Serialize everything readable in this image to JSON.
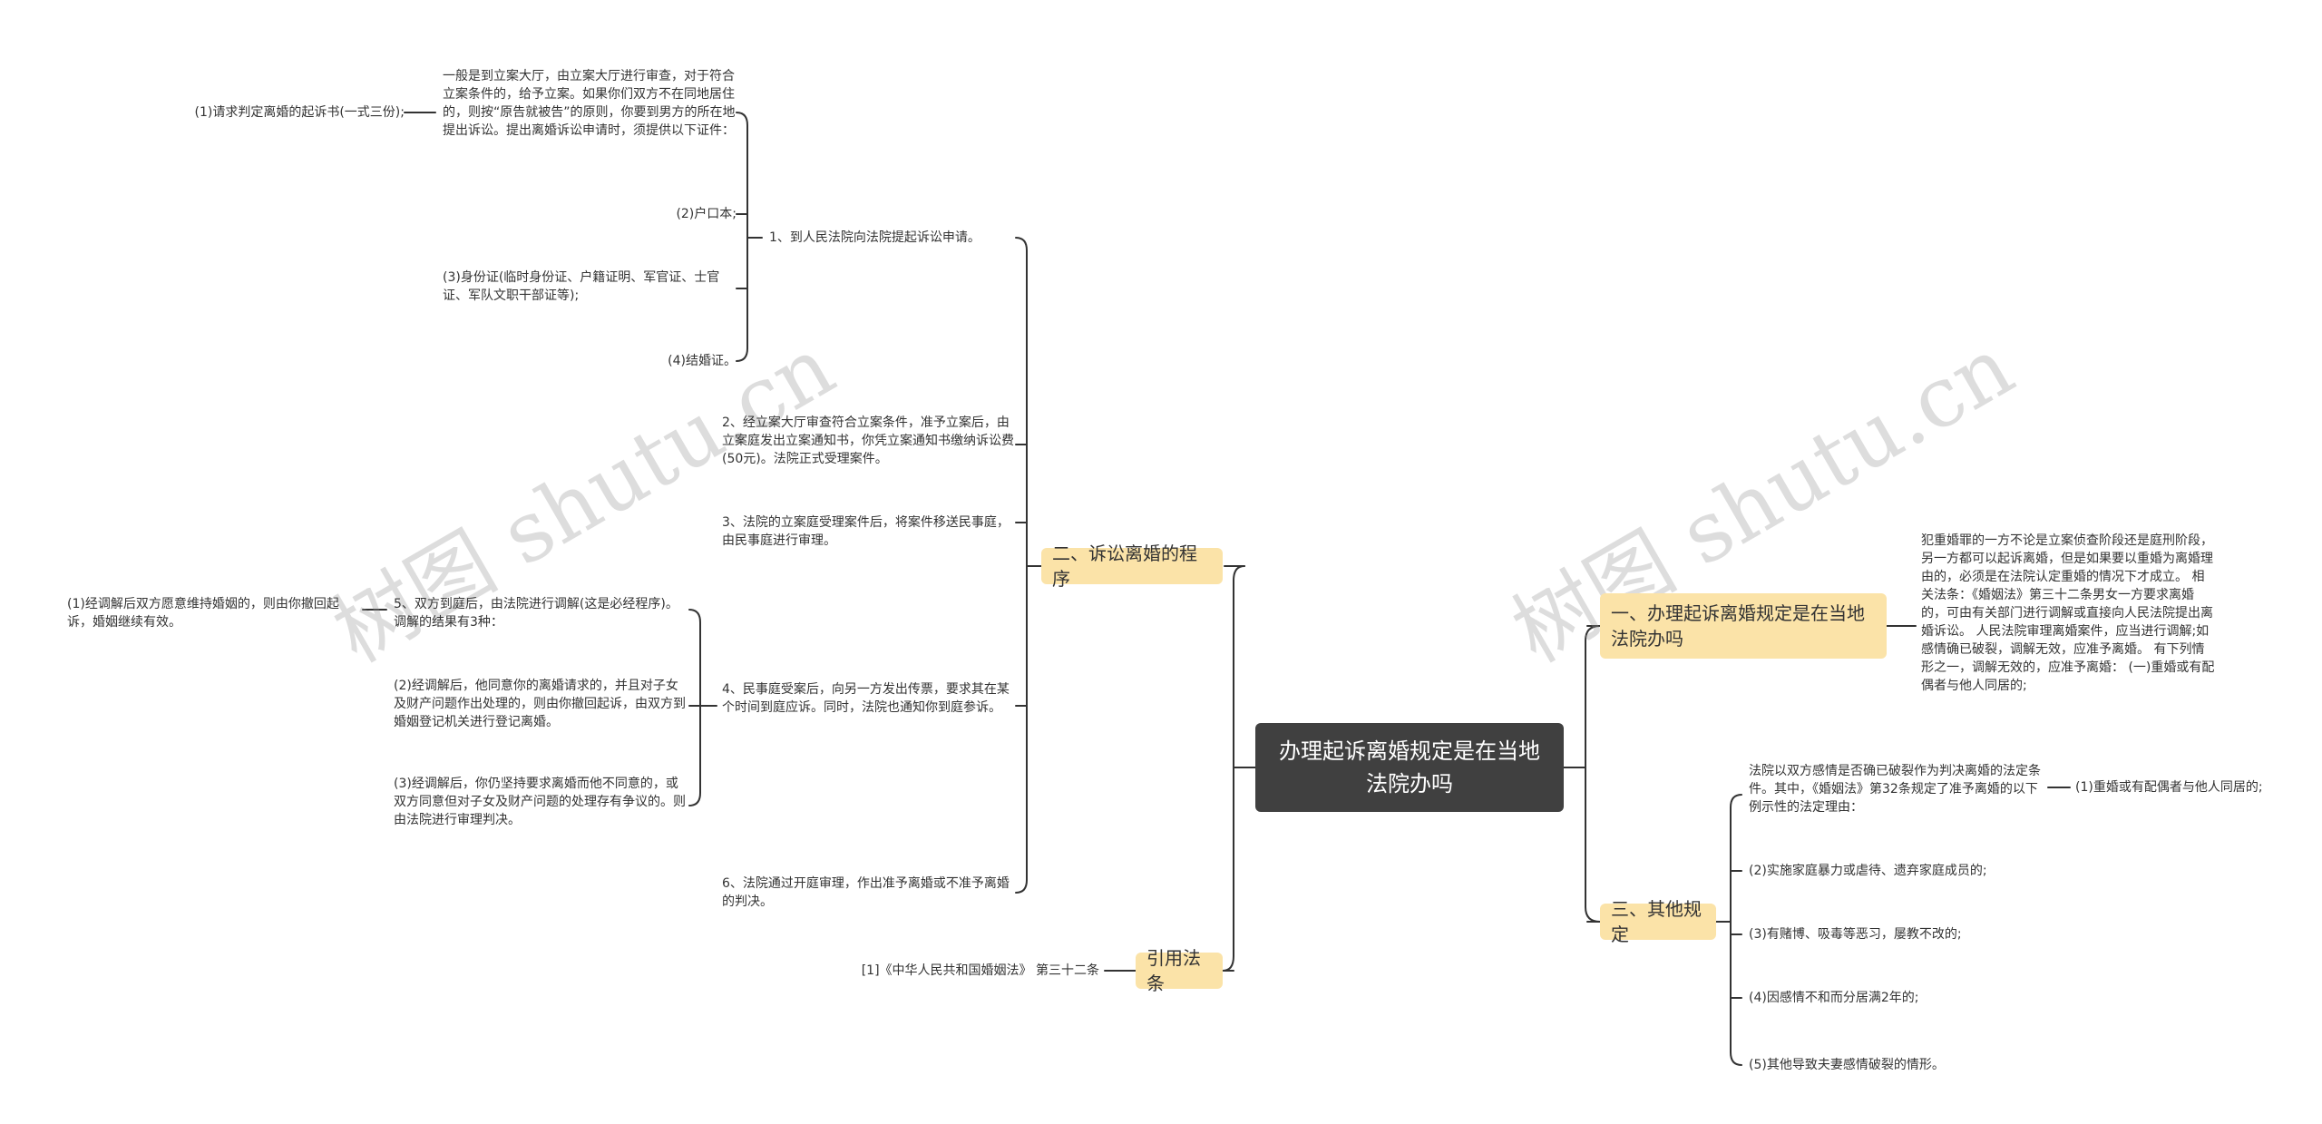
{
  "root": {
    "title": "办理起诉离婚规定是在当地法院办吗"
  },
  "watermark": "树图 shutu.cn",
  "branches": {
    "b1": {
      "label": "一、办理起诉离婚规定是在当地法院办吗",
      "note": "犯重婚罪的一方不论是立案侦查阶段还是庭刑阶段，另一方都可以起诉离婚，但是如果要以重婚为离婚理由的，必须是在法院认定重婚的情况下才成立。 相关法条：《婚姻法》第三十二条男女一方要求离婚的，可由有关部门进行调解或直接向人民法院提出离婚诉讼。 人民法院审理离婚案件，应当进行调解;如感情确已破裂，调解无效，应准予离婚。 有下列情形之一，调解无效的，应准予离婚： (一)重婚或有配偶者与他人同居的;"
    },
    "b2": {
      "label": "二、诉讼离婚的程序",
      "step1": "1、到人民法院向法院提起诉讼申请。",
      "step1_intro": "一般是到立案大厅，由立案大厅进行审查，对于符合立案条件的，给予立案。如果你们双方不在同地居住的，则按“原告就被告”的原则，你要到男方的所在地提出诉讼。提出离婚诉讼申请时，须提供以下证件：",
      "doc1": "(1)请求判定离婚的起诉书(一式三份);",
      "doc2": "(2)户口本;",
      "doc3": "(3)身份证(临时身份证、户籍证明、军官证、士官证、军队文职干部证等);",
      "doc4": "(4)结婚证。",
      "step2": "2、经立案大厅审查符合立案条件，准予立案后，由立案庭发出立案通知书，你凭立案通知书缴纳诉讼费(50元)。法院正式受理案件。",
      "step3": "3、法院的立案庭受理案件后，将案件移送民事庭，由民事庭进行审理。",
      "step4": "4、民事庭受案后，向另一方发出传票，要求其在某个时间到庭应诉。同时，法院也通知你到庭参诉。",
      "step5": "5、双方到庭后，由法院进行调解(这是必经程序)。调解的结果有3种：",
      "res1": "(1)经调解后双方愿意维持婚姻的，则由你撤回起诉，婚姻继续有效。",
      "res2": "(2)经调解后，他同意你的离婚请求的，并且对子女及财产问题作出处理的，则由你撤回起诉，由双方到婚姻登记机关进行登记离婚。",
      "res3": "(3)经调解后，你仍坚持要求离婚而他不同意的，或双方同意但对子女及财产问题的处理存有争议的。则由法院进行审理判决。",
      "step6": "6、法院通过开庭审理，作出准予离婚或不准予离婚的判决。"
    },
    "b3": {
      "label": "三、其他规定",
      "intro": "法院以双方感情是否确已破裂作为判决离婚的法定条件。其中，《婚姻法》第32条规定了准予离婚的以下例示性的法定理由：",
      "item1": "(1)重婚或有配偶者与他人同居的;",
      "item2": "(2)实施家庭暴力或虐待、遗弃家庭成员的;",
      "item3": "(3)有赌博、吸毒等恶习，屡教不改的;",
      "item4": "(4)因感情不和而分居满2年的;",
      "item5": "(5)其他导致夫妻感情破裂的情形。"
    },
    "b4": {
      "label": "引用法条",
      "ref": "[1]《中华人民共和国婚姻法》 第三十二条"
    }
  },
  "colors": {
    "root_bg": "#404040",
    "branch_bg": "#fbe3a8",
    "line": "#333333",
    "text": "#333333"
  }
}
